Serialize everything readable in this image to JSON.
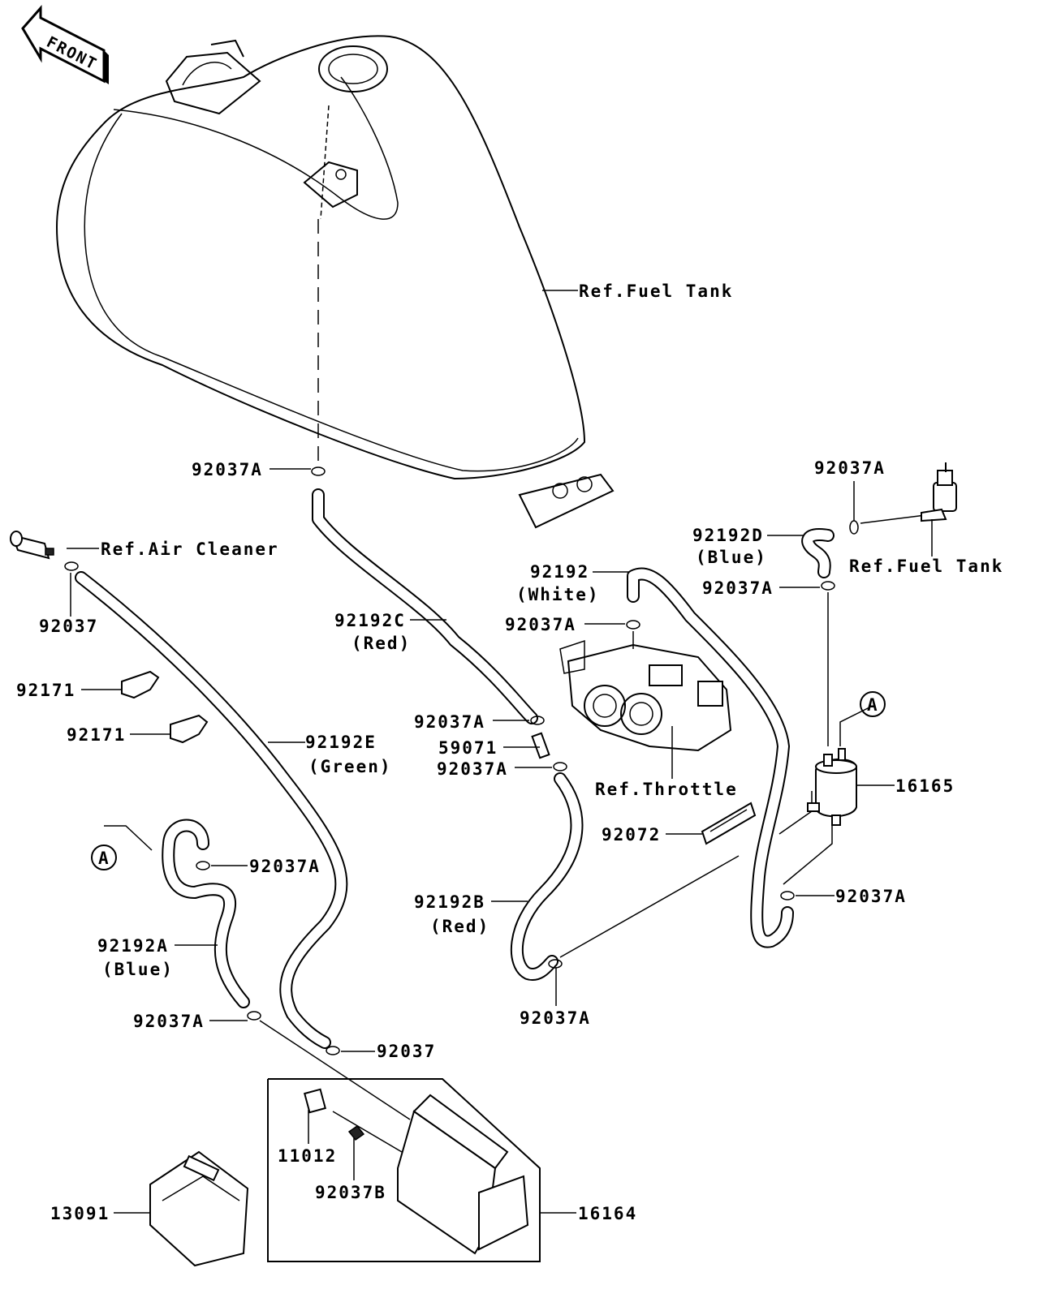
{
  "front_label": "FRONT",
  "labels": {
    "ref_fuel_tank_main": "Ref.Fuel Tank",
    "ref_fuel_tank_right": "Ref.Fuel Tank",
    "ref_air_cleaner": "Ref.Air Cleaner",
    "ref_throttle": "Ref.Throttle",
    "p92037a_1": "92037A",
    "p92037a_2": "92037A",
    "p92037a_3": "92037A",
    "p92037a_4": "92037A",
    "p92037a_5": "92037A",
    "p92037a_6": "92037A",
    "p92037a_7": "92037A",
    "p92037a_8": "92037A",
    "p92037a_9": "92037A",
    "p92037a_10": "92037A",
    "p92037_1": "92037",
    "p92037_2": "92037",
    "p92037b": "92037B",
    "p92192d": "92192D",
    "p92192d_color": "(Blue)",
    "p92192": "92192",
    "p92192_color": "(White)",
    "p92192c": "92192C",
    "p92192c_color": "(Red)",
    "p92192e": "92192E",
    "p92192e_color": "(Green)",
    "p92192b": "92192B",
    "p92192b_color": "(Red)",
    "p92192a": "92192A",
    "p92192a_color": "(Blue)",
    "p92171_1": "92171",
    "p92171_2": "92171",
    "p59071": "59071",
    "p16165": "16165",
    "p92072": "92072",
    "p11012": "11012",
    "p13091": "13091",
    "p16164": "16164",
    "marker_a_1": "A",
    "marker_a_2": "A"
  }
}
